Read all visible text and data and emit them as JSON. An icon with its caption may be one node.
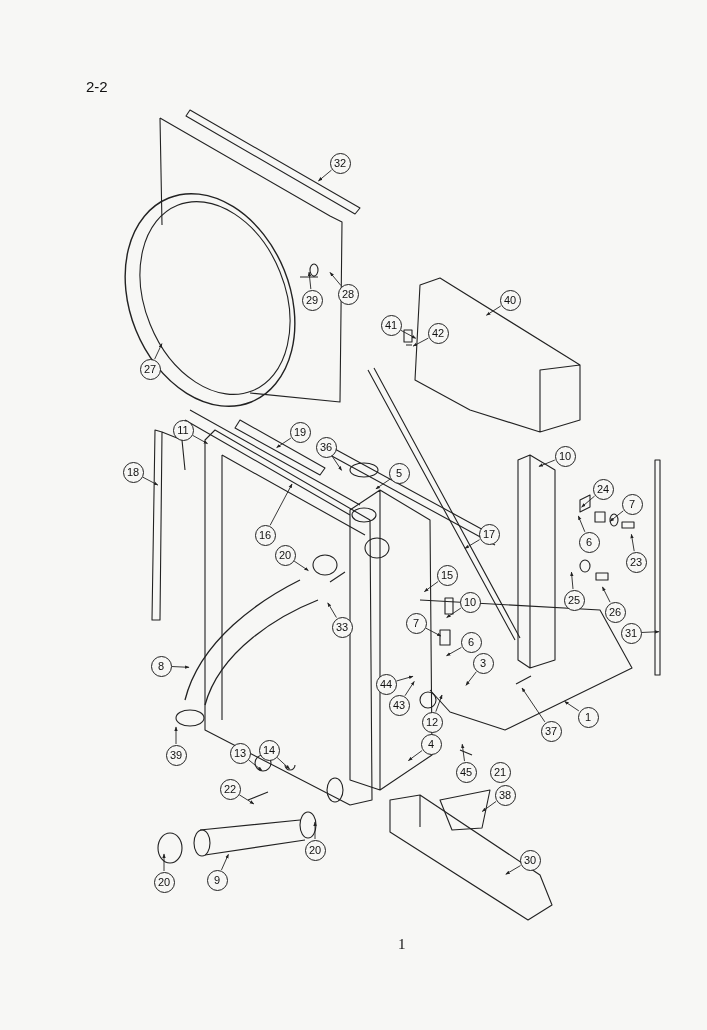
{
  "diagram": {
    "nodes": [
      {
        "text": [
          "32"
        ]
      },
      {
        "text": [
          "29"
        ]
      },
      {
        "text": [
          "28"
        ]
      },
      {
        "text": [
          "27"
        ]
      },
      {
        "text": [
          "40"
        ]
      },
      {
        "text": [
          "41"
        ]
      },
      {
        "text": [
          "42"
        ]
      },
      {
        "text": [
          "11"
        ]
      },
      {
        "text": [
          "19"
        ]
      },
      {
        "text": [
          "36"
        ]
      },
      {
        "text": [
          "5"
        ]
      },
      {
        "text": [
          "18"
        ]
      },
      {
        "text": [
          "10"
        ]
      },
      {
        "text": [
          "24"
        ]
      },
      {
        "text": [
          "7"
        ]
      },
      {
        "text": [
          "6"
        ]
      },
      {
        "text": [
          "23"
        ]
      },
      {
        "text": [
          "17"
        ]
      },
      {
        "text": [
          "16"
        ]
      },
      {
        "text": [
          "20"
        ]
      },
      {
        "text": [
          "15"
        ]
      },
      {
        "text": [
          "10"
        ]
      },
      {
        "text": [
          "33"
        ]
      },
      {
        "text": [
          "7"
        ]
      },
      {
        "text": [
          "25"
        ]
      },
      {
        "text": [
          "26"
        ]
      },
      {
        "text": [
          "6"
        ]
      },
      {
        "text": [
          "31"
        ]
      },
      {
        "text": [
          "8"
        ]
      },
      {
        "text": [
          "3"
        ]
      },
      {
        "text": [
          "44"
        ]
      },
      {
        "text": [
          "43"
        ]
      },
      {
        "text": [
          "12"
        ]
      },
      {
        "text": [
          "37"
        ]
      },
      {
        "text": [
          "1"
        ]
      },
      {
        "text": [
          "39"
        ]
      },
      {
        "text": [
          "4"
        ]
      },
      {
        "text": [
          "13"
        ]
      },
      {
        "text": [
          "14"
        ]
      },
      {
        "text": [
          "45"
        ]
      },
      {
        "text": [
          "21"
        ]
      },
      {
        "text": [
          "22"
        ]
      },
      {
        "text": [
          "38"
        ]
      },
      {
        "text": [
          "20"
        ]
      },
      {
        "text": [
          "30"
        ]
      },
      {
        "text": [
          "20"
        ]
      },
      {
        "text": [
          "9"
        ]
      }
    ],
    "edges": [
      {
        "from": 0,
        "to": null,
        "arrow": "to"
      },
      {
        "from": 1,
        "to": null,
        "arrow": "to"
      },
      {
        "from": 2,
        "to": null,
        "arrow": "to"
      },
      {
        "from": 3,
        "to": null,
        "arrow": "to"
      },
      {
        "from": 4,
        "to": null,
        "arrow": "to"
      },
      {
        "from": 5,
        "to": null,
        "arrow": "to"
      },
      {
        "from": 6,
        "to": null,
        "arrow": "to"
      },
      {
        "from": 7,
        "to": null,
        "arrow": "to"
      },
      {
        "from": 8,
        "to": null,
        "arrow": "to"
      },
      {
        "from": 9,
        "to": null,
        "arrow": "to"
      },
      {
        "from": 10,
        "to": null,
        "arrow": "to"
      },
      {
        "from": 11,
        "to": null,
        "arrow": "to"
      },
      {
        "from": 12,
        "to": null,
        "arrow": "to"
      },
      {
        "from": 13,
        "to": null,
        "arrow": "to"
      },
      {
        "from": 14,
        "to": null,
        "arrow": "to"
      },
      {
        "from": 15,
        "to": null,
        "arrow": "to"
      },
      {
        "from": 16,
        "to": null,
        "arrow": "to"
      },
      {
        "from": 17,
        "to": null,
        "arrow": "to"
      },
      {
        "from": 18,
        "to": null,
        "arrow": "to"
      },
      {
        "from": 19,
        "to": null,
        "arrow": "to"
      },
      {
        "from": 20,
        "to": null,
        "arrow": "to"
      },
      {
        "from": 21,
        "to": null,
        "arrow": "to"
      },
      {
        "from": 22,
        "to": null,
        "arrow": "to"
      },
      {
        "from": 23,
        "to": null,
        "arrow": "to"
      },
      {
        "from": 24,
        "to": null,
        "arrow": "to"
      },
      {
        "from": 25,
        "to": null,
        "arrow": "to"
      },
      {
        "from": 26,
        "to": null,
        "arrow": "to"
      },
      {
        "from": 27,
        "to": null,
        "arrow": "to"
      },
      {
        "from": 28,
        "to": null,
        "arrow": "to"
      },
      {
        "from": 29,
        "to": null,
        "arrow": "to"
      },
      {
        "from": 30,
        "to": null,
        "arrow": "to"
      },
      {
        "from": 31,
        "to": null,
        "arrow": "to"
      },
      {
        "from": 32,
        "to": null,
        "arrow": "to"
      },
      {
        "from": 33,
        "to": null,
        "arrow": "to"
      },
      {
        "from": 34,
        "to": null,
        "arrow": "to"
      },
      {
        "from": 35,
        "to": null,
        "arrow": "to"
      },
      {
        "from": 36,
        "to": null,
        "arrow": "to"
      },
      {
        "from": 37,
        "to": null,
        "arrow": "to"
      },
      {
        "from": 38,
        "to": null,
        "arrow": "to"
      },
      {
        "from": 39,
        "to": null,
        "arrow": "to"
      },
      {
        "from": 41,
        "to": null,
        "arrow": "to"
      },
      {
        "from": 42,
        "to": null,
        "arrow": "to"
      },
      {
        "from": 43,
        "to": null,
        "arrow": "to"
      },
      {
        "from": 44,
        "to": null,
        "arrow": "to"
      },
      {
        "from": 45,
        "to": null,
        "arrow": "to"
      },
      {
        "from": 46,
        "to": null,
        "arrow": "to"
      }
    ],
    "labels": [
      "2-2",
      "1"
    ]
  }
}
